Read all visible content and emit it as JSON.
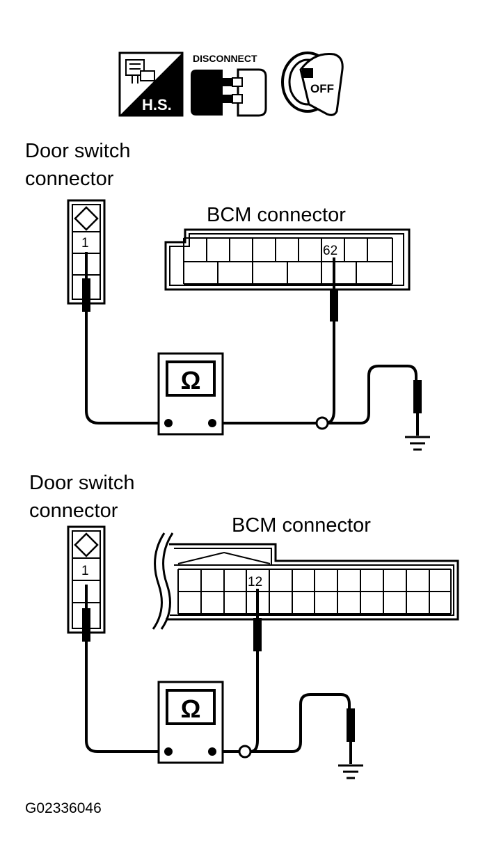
{
  "icons": {
    "hs_label": "H.S.",
    "disconnect_label": "DISCONNECT",
    "ignition_label": "OFF"
  },
  "diagram_top": {
    "door_switch_label_line1": "Door switch",
    "door_switch_label_line2": "connector",
    "door_switch_pin": "1",
    "bcm_label": "BCM connector",
    "bcm_pin": "62",
    "meter_symbol": "Ω"
  },
  "diagram_bottom": {
    "door_switch_label_line1": "Door switch",
    "door_switch_label_line2": "connector",
    "door_switch_pin": "1",
    "bcm_label": "BCM connector",
    "bcm_pin": "12",
    "meter_symbol": "Ω"
  },
  "figure_code": "G02336046"
}
